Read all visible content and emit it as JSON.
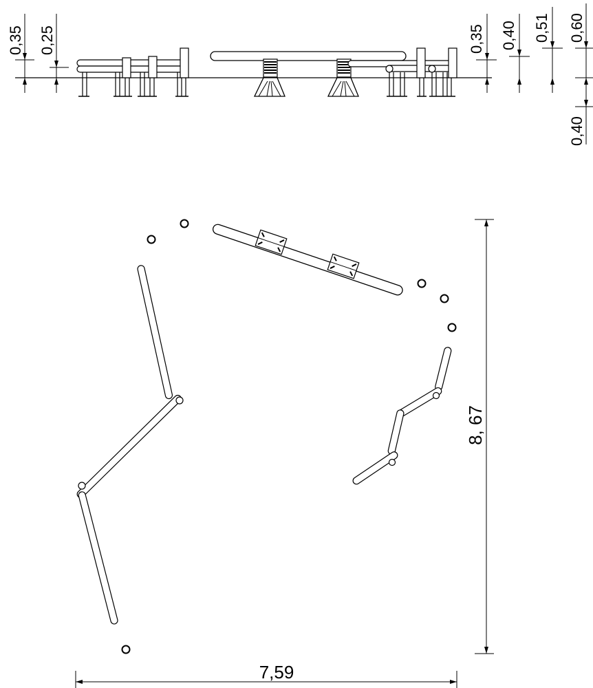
{
  "elevation_dimensions": {
    "left_height_a": "0,35",
    "left_height_b": "0,25",
    "right_height_a": "0,35",
    "right_height_b": "0,40",
    "right_height_c": "0,51",
    "right_height_d": "0,60",
    "right_depth": "0,40"
  },
  "plan_dimensions": {
    "overall_width": "7,59",
    "overall_depth": "8, 67"
  }
}
